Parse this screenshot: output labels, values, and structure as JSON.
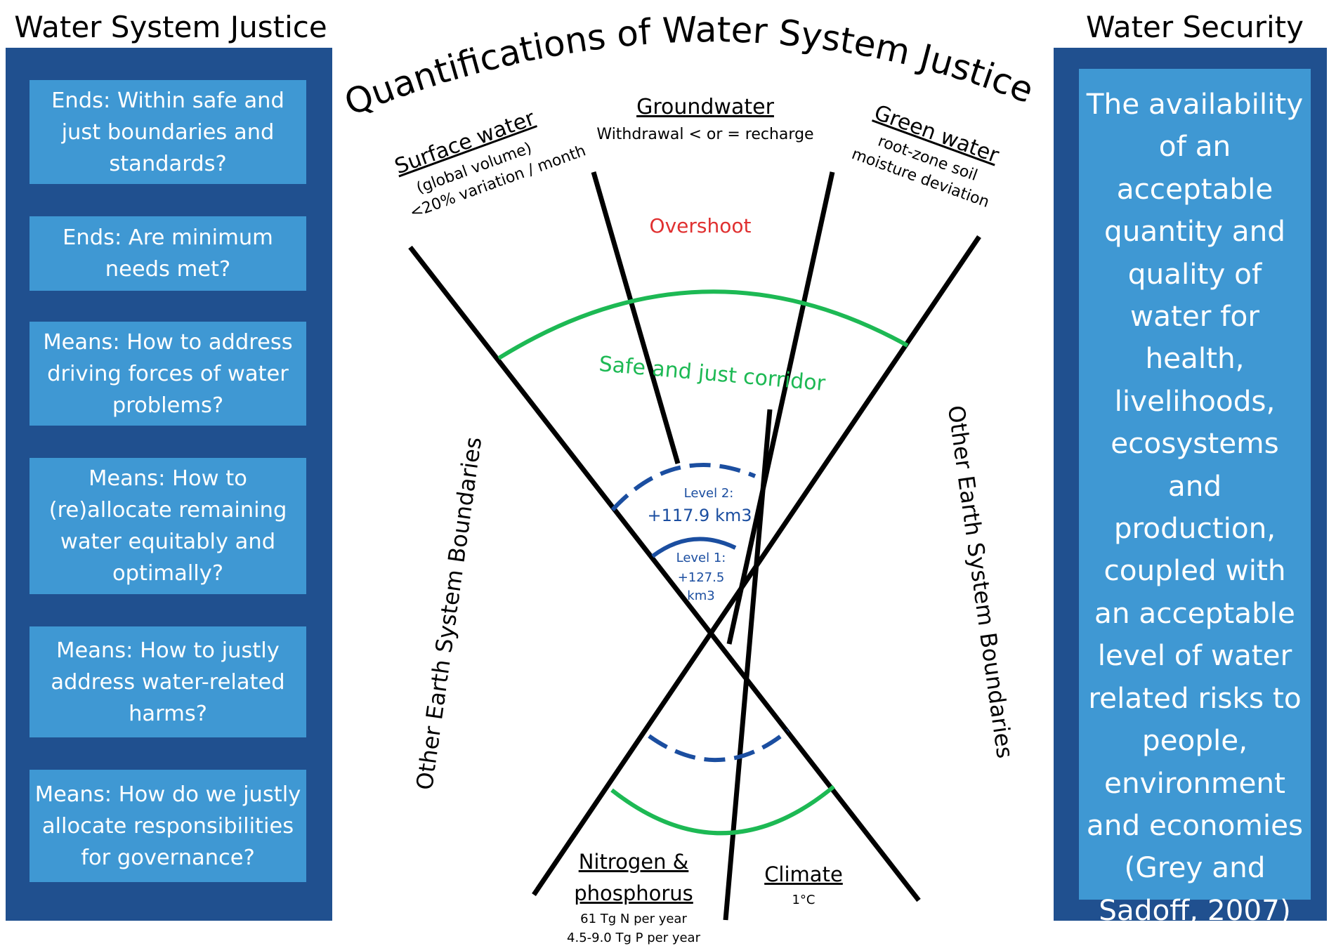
{
  "left": {
    "title": "Water System Justice",
    "boxes": [
      "Ends: Within safe and just boundaries and standards?",
      "Ends: Are minimum needs met?",
      "Means: How to address driving forces of water problems?",
      "Means: How to (re)allocate remaining water equitably and optimally?",
      "Means: How to justly address water-related harms?",
      "Means: How do we justly allocate responsibilities for governance?"
    ]
  },
  "right": {
    "title": "Water Security",
    "definition": "The availability of an acceptable quantity and quality of water for health, livelihoods, ecosystems and production, coupled with an acceptable level of water related risks to people, environment and economies (Grey and Sadoff, 2007)"
  },
  "diagram": {
    "title": "Quantifications of Water System Justice",
    "surface": {
      "name": "Surface water",
      "line1": "(global volume)",
      "line2": "<20% variation / month"
    },
    "groundwater": {
      "name": "Groundwater",
      "sub": "Withdrawal < or = recharge"
    },
    "green": {
      "name": "Green water",
      "line1": "root-zone soil",
      "line2": "moisture deviation"
    },
    "overshoot": "Overshoot",
    "corridor": "Safe and just corridor",
    "level2": {
      "label": "Level 2:",
      "value": "+117.9 km3"
    },
    "level1": {
      "label": "Level 1:",
      "value1": "+127.5",
      "value2": "km3"
    },
    "other_left": "Other Earth System Boundaries",
    "other_right": "Other Earth System Boundaries",
    "nitrogen": {
      "name1": "Nitrogen &",
      "name2": "phosphorus",
      "sub1": "61 Tg N per year",
      "sub2": "4.5-9.0 Tg P per year"
    },
    "climate": {
      "name": "Climate",
      "sub": "1°C"
    },
    "colors": {
      "green": "#1db954",
      "blue": "#1b4ea0",
      "red": "#e03030",
      "panel": "#20508f",
      "box": "#3f98d3"
    }
  }
}
